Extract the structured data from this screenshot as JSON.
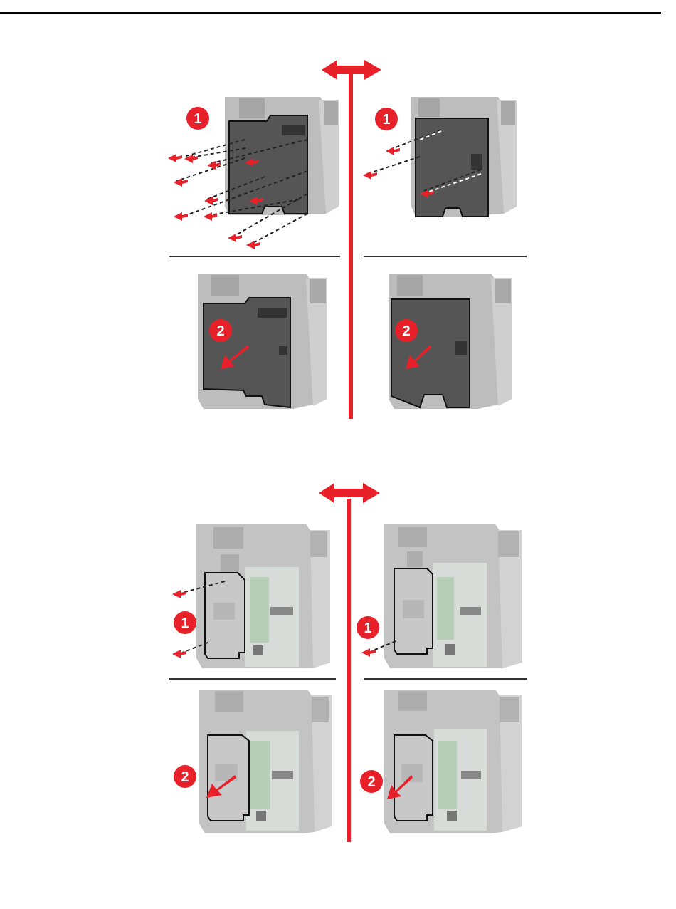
{
  "figures": [
    {
      "id": "fig-top",
      "steps": [
        {
          "panel": "left-top",
          "step": "1"
        },
        {
          "panel": "right-top",
          "step": "1"
        },
        {
          "panel": "left-bottom",
          "step": "2"
        },
        {
          "panel": "right-bottom",
          "step": "2"
        }
      ]
    },
    {
      "id": "fig-bottom",
      "steps": [
        {
          "panel": "left-top",
          "step": "1"
        },
        {
          "panel": "right-top",
          "step": "1"
        },
        {
          "panel": "left-bottom",
          "step": "2"
        },
        {
          "panel": "right-bottom",
          "step": "2"
        }
      ]
    }
  ],
  "colors": {
    "accent_red": "#e8202a",
    "rule": "#000000",
    "printer_gray": "#b9b9b9",
    "cover_dark": "#555555"
  }
}
